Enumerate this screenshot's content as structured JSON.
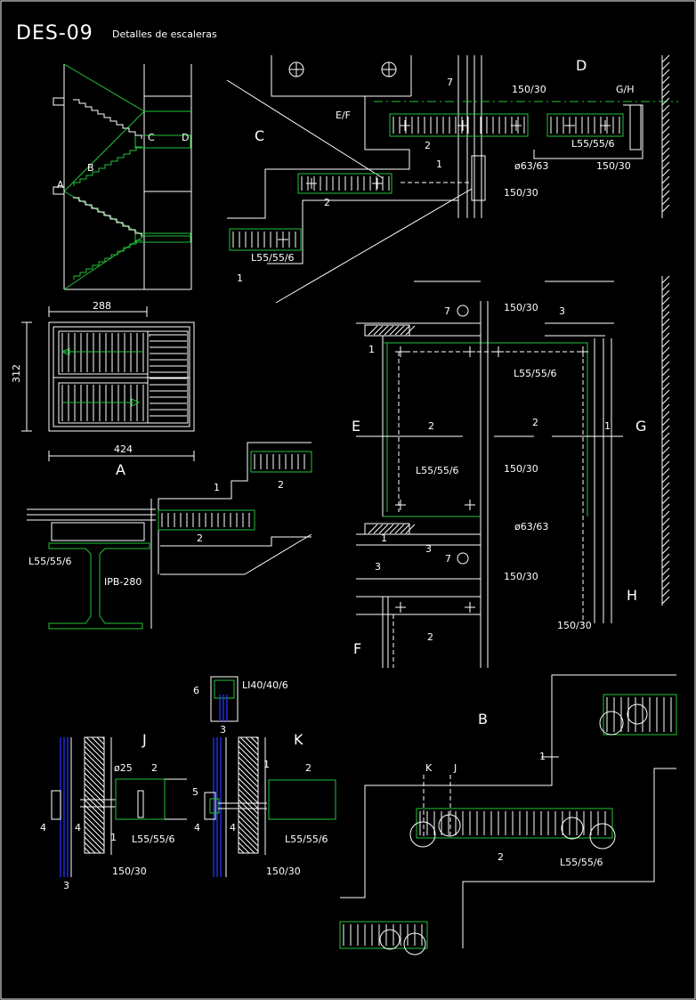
{
  "sheet": {
    "code": "DES-09",
    "subtitle": "Detalles de escaleras"
  },
  "views": {
    "A": "A",
    "B": "B",
    "C": "C",
    "D": "D",
    "E": "E",
    "F": "F",
    "G": "G",
    "H": "H",
    "J": "J",
    "K": "K",
    "EF": "E/F",
    "GH": "G/H"
  },
  "dimensions": {
    "top_width": "288",
    "bottom_width": "424",
    "height": "312"
  },
  "profiles": {
    "angle": "L55/55/6",
    "plate": "150/30",
    "tube": "ø63/63",
    "beam": "IPB-280",
    "channel": "LI40/40/6",
    "pin": "ø25"
  },
  "marks": [
    "1",
    "2",
    "3",
    "4",
    "5",
    "6",
    "7"
  ],
  "elevation_marks": {
    "a": "A",
    "b": "B",
    "c": "C",
    "d": "D"
  },
  "colors": {
    "background": "#000000",
    "line": "#ffffff",
    "accent": "#22c23a",
    "glass": "#2233ff"
  }
}
